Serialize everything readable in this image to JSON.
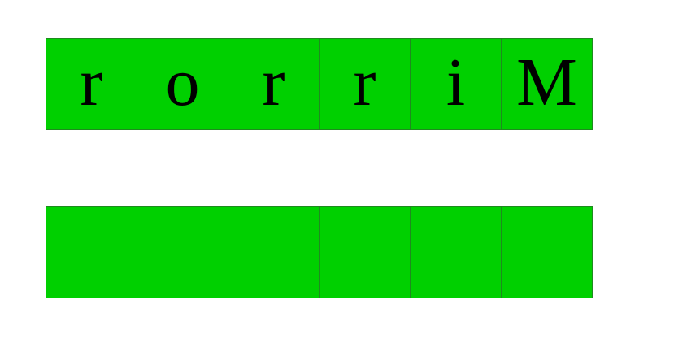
{
  "colors": {
    "tile_fill": "#00d000",
    "tile_border": "#1f8a1f",
    "letter": "#000000",
    "background": "#ffffff"
  },
  "source_tiles": [
    {
      "letter": "r"
    },
    {
      "letter": "o"
    },
    {
      "letter": "r"
    },
    {
      "letter": "r"
    },
    {
      "letter": "i"
    },
    {
      "letter": "M"
    }
  ],
  "answer_tiles": [
    {
      "letter": ""
    },
    {
      "letter": ""
    },
    {
      "letter": ""
    },
    {
      "letter": ""
    },
    {
      "letter": ""
    },
    {
      "letter": ""
    }
  ]
}
